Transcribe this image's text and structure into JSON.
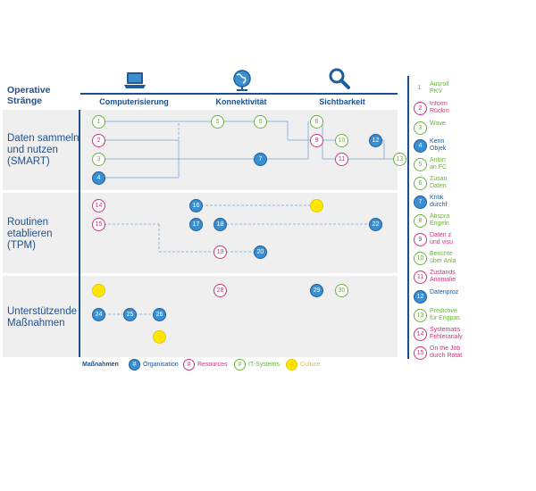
{
  "header": {
    "left_title_line1": "Operative",
    "left_title_line2": "Stränge",
    "columns": [
      {
        "label": "Computerisierung",
        "icon": "laptop-icon"
      },
      {
        "label": "Konnektivität",
        "icon": "globe-icon"
      },
      {
        "label": "Sichtbarkeit",
        "icon": "magnifier-icon"
      }
    ]
  },
  "rows": [
    {
      "label": [
        "Daten sammeln",
        "und nutzen",
        "(SMART)"
      ]
    },
    {
      "label": [
        "Routinen",
        "etablieren",
        "(TPM)"
      ]
    },
    {
      "label": [
        "Unterstützende",
        "Maßnahmen"
      ]
    }
  ],
  "nodes": [
    {
      "n": "1",
      "type": "it"
    },
    {
      "n": "2",
      "type": "res"
    },
    {
      "n": "3",
      "type": "it"
    },
    {
      "n": "4",
      "type": "org"
    },
    {
      "n": "5",
      "type": "it"
    },
    {
      "n": "6",
      "type": "it"
    },
    {
      "n": "7",
      "type": "org"
    },
    {
      "n": "8",
      "type": "it"
    },
    {
      "n": "9",
      "type": "res"
    },
    {
      "n": "10",
      "type": "it"
    },
    {
      "n": "11",
      "type": "res"
    },
    {
      "n": "12",
      "type": "org"
    },
    {
      "n": "13",
      "type": "it"
    },
    {
      "n": "14",
      "type": "res"
    },
    {
      "n": "15",
      "type": "res"
    },
    {
      "n": "16",
      "type": "org"
    },
    {
      "n": "17",
      "type": "org"
    },
    {
      "n": "18",
      "type": "org"
    },
    {
      "n": "19",
      "type": "res"
    },
    {
      "n": "20",
      "type": "org"
    },
    {
      "n": "",
      "type": "cul"
    },
    {
      "n": "22",
      "type": "org"
    },
    {
      "n": "",
      "type": "cul"
    },
    {
      "n": "24",
      "type": "org"
    },
    {
      "n": "25",
      "type": "org"
    },
    {
      "n": "26",
      "type": "org"
    },
    {
      "n": "",
      "type": "cul"
    },
    {
      "n": "28",
      "type": "res"
    },
    {
      "n": "29",
      "type": "org"
    },
    {
      "n": "30",
      "type": "it"
    }
  ],
  "legend": {
    "title": "Maßnahmen",
    "items": [
      {
        "symbol": "#",
        "label": "Organisation",
        "type": "org"
      },
      {
        "symbol": "#",
        "label": "Resources",
        "type": "res"
      },
      {
        "symbol": "#",
        "label": "IT-Systems",
        "type": "it"
      },
      {
        "symbol": "#",
        "label": "Culture",
        "type": "cul"
      }
    ]
  },
  "side_list": [
    {
      "n": "1",
      "type": "it",
      "lines": [
        "Ausroll",
        "PKV"
      ]
    },
    {
      "n": "2",
      "type": "res",
      "lines": [
        "Inform",
        "Rückm"
      ]
    },
    {
      "n": "3",
      "type": "it",
      "lines": [
        "Wave"
      ]
    },
    {
      "n": "4",
      "type": "org",
      "lines": [
        "Kenn",
        "Objek"
      ]
    },
    {
      "n": "5",
      "type": "it",
      "lines": [
        "Anbin",
        "an FC"
      ]
    },
    {
      "n": "6",
      "type": "it",
      "lines": [
        "Zusan",
        "Daten"
      ]
    },
    {
      "n": "7",
      "type": "org",
      "lines": [
        "Kritik",
        "durchf"
      ]
    },
    {
      "n": "8",
      "type": "it",
      "lines": [
        "Abspra",
        "Engeln"
      ]
    },
    {
      "n": "9",
      "type": "res",
      "lines": [
        "Daten z",
        "und visu"
      ]
    },
    {
      "n": "10",
      "type": "it",
      "lines": [
        "Berichte",
        "über Anla"
      ]
    },
    {
      "n": "11",
      "type": "res",
      "lines": [
        "Zustands",
        "Anomalie"
      ]
    },
    {
      "n": "12",
      "type": "org",
      "lines": [
        "Datenproz"
      ]
    },
    {
      "n": "13",
      "type": "it",
      "lines": [
        "Predictive",
        "für Engpas"
      ]
    },
    {
      "n": "14",
      "type": "res",
      "lines": [
        "Systematis",
        "Fehleranaly"
      ]
    },
    {
      "n": "15",
      "type": "res",
      "lines": [
        "On the Job",
        "durch Rotat"
      ]
    }
  ],
  "colors": {
    "org": "#1f5c99",
    "res": "#d1307d",
    "it": "#6ab43a",
    "cul": "#e6c800",
    "text": "#1d4f8f"
  }
}
